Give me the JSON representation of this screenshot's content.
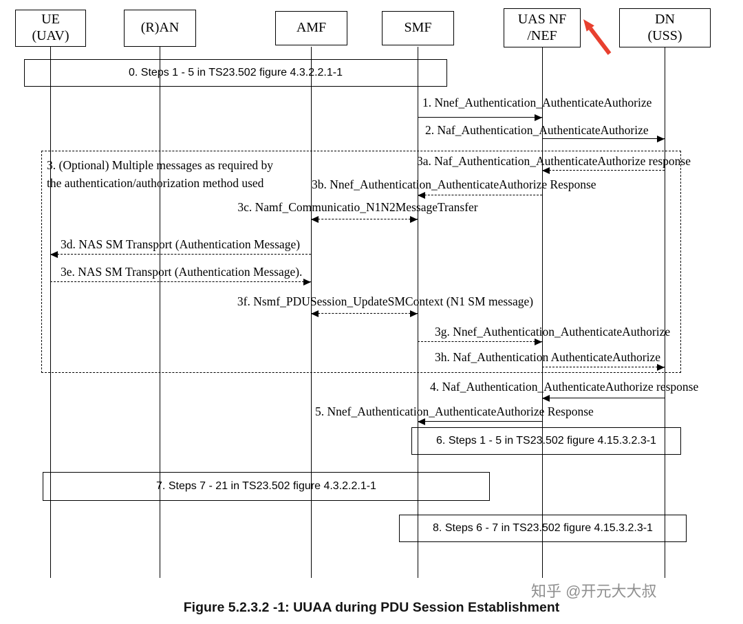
{
  "actors": [
    {
      "label": "UE\n(UAV)"
    },
    {
      "label": "(R)AN"
    },
    {
      "label": "AMF"
    },
    {
      "label": "SMF"
    },
    {
      "label": "UAS NF\n/NEF"
    },
    {
      "label": "DN\n(USS)"
    }
  ],
  "step_boxes": [
    {
      "label": "0. Steps 1 - 5 in TS23.502 figure 4.3.2.2.1-1"
    },
    {
      "label": "6. Steps 1 - 5 in TS23.502 figure 4.15.3.2.3-1"
    },
    {
      "label": "7. Steps 7 - 21 in TS23.502 figure 4.3.2.2.1-1"
    },
    {
      "label": "8. Steps 6 - 7 in TS23.502 figure 4.15.3.2.3-1"
    }
  ],
  "messages": [
    {
      "label": "1. Nnef_Authentication_AuthenticateAuthorize",
      "from": "SMF",
      "to": "UAS NF/NEF",
      "line": "solid"
    },
    {
      "label": "2. Naf_Authentication_AuthenticateAuthorize",
      "from": "UAS NF/NEF",
      "to": "DN (USS)",
      "line": "solid"
    },
    {
      "label": "3a. Naf_Authentication_AuthenticateAuthorize response",
      "from": "DN (USS)",
      "to": "UAS NF/NEF",
      "line": "dashed"
    },
    {
      "label": "3b. Nnef_Authentication_AuthenticateAuthorize Response",
      "from": "UAS NF/NEF",
      "to": "SMF",
      "line": "dashed"
    },
    {
      "label": "3c. Namf_Communicatio_N1N2MessageTransfer",
      "from": "AMF",
      "to": "SMF",
      "line": "dashed-bidirectional"
    },
    {
      "label": "3d. NAS SM Transport (Authentication Message)",
      "from": "AMF",
      "to": "UE (UAV)",
      "line": "dashed"
    },
    {
      "label": "3e. NAS SM Transport (Authentication Message).",
      "from": "UE (UAV)",
      "to": "AMF",
      "line": "dashed"
    },
    {
      "label": "3f. Nsmf_PDUSession_UpdateSMContext (N1 SM message)",
      "from": "AMF",
      "to": "SMF",
      "line": "dashed-bidirectional"
    },
    {
      "label": "3g. Nnef_Authentication_AuthenticateAuthorize",
      "from": "SMF",
      "to": "UAS NF/NEF",
      "line": "dashed"
    },
    {
      "label": "3h. Naf_Authentication AuthenticateAuthorize",
      "from": "UAS NF/NEF",
      "to": "DN (USS)",
      "line": "dashed"
    },
    {
      "label": "4. Naf_Authentication_AuthenticateAuthorize response",
      "from": "DN (USS)",
      "to": "UAS NF/NEF",
      "line": "solid"
    },
    {
      "label": "5. Nnef_Authentication_AuthenticateAuthorize Response",
      "from": "UAS NF/NEF",
      "to": "SMF",
      "line": "solid"
    }
  ],
  "optional_group": {
    "label": "3. (Optional) Multiple messages as required by\nthe authentication/authorization method used"
  },
  "caption": "Figure 5.2.3.2 -1: UUAA during PDU Session Establishment",
  "watermark": "知乎 @开元大大叔",
  "colors": {
    "line": "#000000",
    "annotation_arrow": "#e8402f",
    "watermark": "#8f8f8f"
  }
}
